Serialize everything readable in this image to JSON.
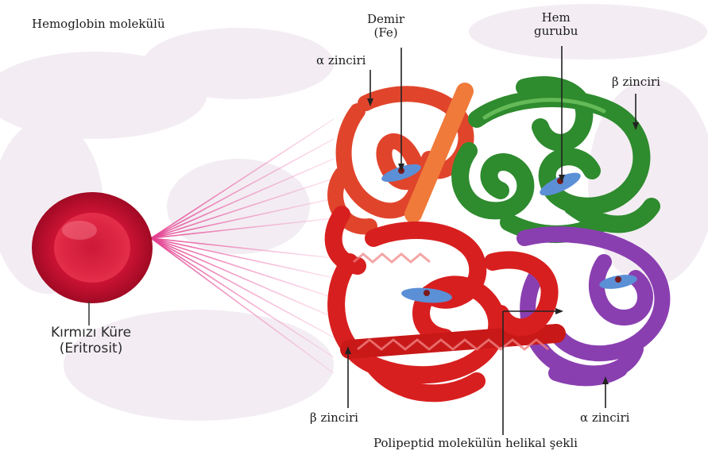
{
  "title": "Hemoglobin molekülü",
  "red_blood_cell": {
    "label_line1": "Kırmızı Küre",
    "label_line2": "(Eritrosit)"
  },
  "labels": {
    "iron_line1": "Demir",
    "iron_line2": "(Fe)",
    "heme_line1": "Hem",
    "heme_line2": "gurubu",
    "alpha_chain_top": "α zinciri",
    "beta_chain_right": "β zinciri",
    "beta_chain_bottom": "β zinciri",
    "alpha_chain_bottom": "α zinciri",
    "polypeptide": "Polipeptid molekülün helikal şekli"
  },
  "colors": {
    "alpha_top": "#e0452c",
    "beta_right": "#2e8b2e",
    "beta_bottom": "#d81f1f",
    "alpha_bottom": "#8a3fb0",
    "rbc": "#d8163a",
    "heme_disc": "#5b8fd6",
    "rays": "#e85aa0"
  }
}
